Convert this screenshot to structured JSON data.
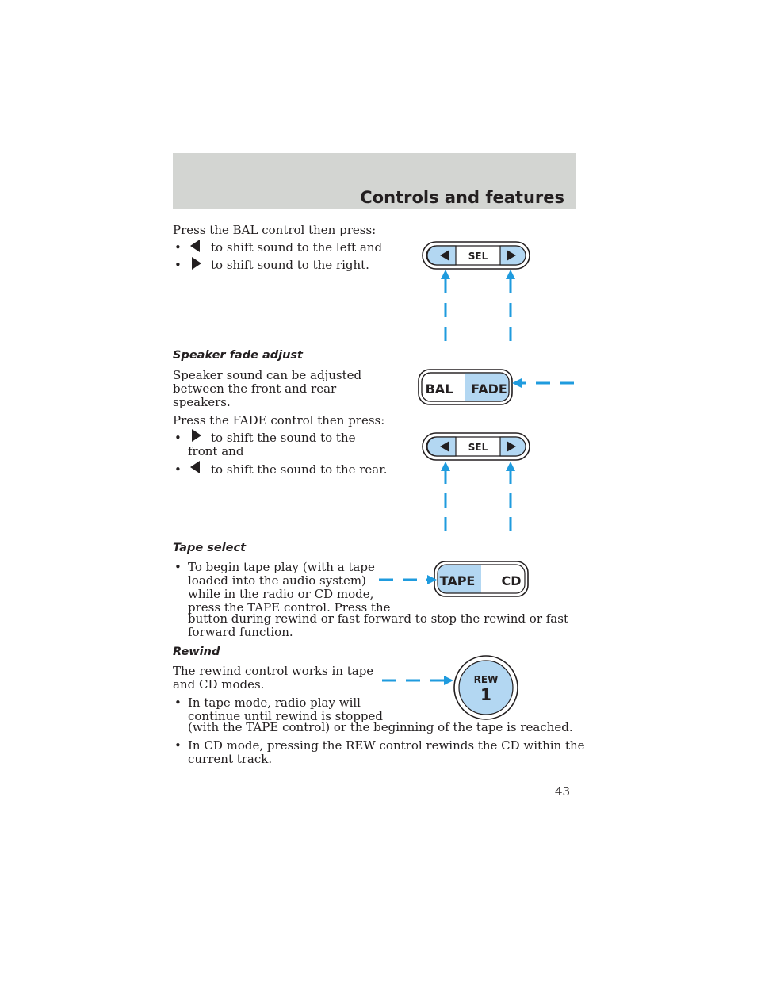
{
  "header": {
    "title": "Controls and features"
  },
  "balance": {
    "intro": "Press the BAL control then press:",
    "bullets": [
      {
        "icon": "left-arrow-icon",
        "text": "to shift sound to the left and"
      },
      {
        "icon": "right-arrow-icon",
        "text": "to shift sound to the right."
      }
    ]
  },
  "fade": {
    "heading": "Speaker fade adjust",
    "desc_lines": [
      "Speaker sound can be adjusted",
      "between the front and rear",
      "speakers."
    ],
    "intro": "Press the FADE control then press:",
    "bullets": [
      {
        "icon": "right-arrow-icon",
        "lines": [
          "to shift the sound to the",
          "front and"
        ]
      },
      {
        "icon": "left-arrow-icon",
        "lines": [
          "to shift the sound to the rear."
        ]
      }
    ]
  },
  "tape": {
    "heading": "Tape select",
    "lines": [
      "To begin tape play (with a tape",
      "loaded into the audio system)",
      "while in the radio or CD mode,",
      "press the TAPE control. Press the",
      "button during rewind or fast forward to stop the rewind or fast",
      "forward function."
    ]
  },
  "rewind": {
    "heading": "Rewind",
    "desc_lines": [
      "The rewind control works in tape",
      "and CD modes."
    ],
    "bullet1_lines": [
      "In tape mode, radio play will",
      "continue until rewind is stopped",
      "(with the TAPE control) or the beginning of the tape is reached."
    ],
    "bullet2_lines": [
      "In CD mode, pressing the REW control rewinds the CD within the",
      "current track."
    ]
  },
  "illustrations": {
    "sel_label": "SEL",
    "bal_label": "BAL",
    "fade_label": "FADE",
    "tape_label": "TAPE",
    "cd_label": "CD",
    "rew_label": "REW",
    "rew_number": "1",
    "accent_color": "#1f9bde",
    "highlight_color": "#b3d7f2"
  },
  "page_number": "43"
}
